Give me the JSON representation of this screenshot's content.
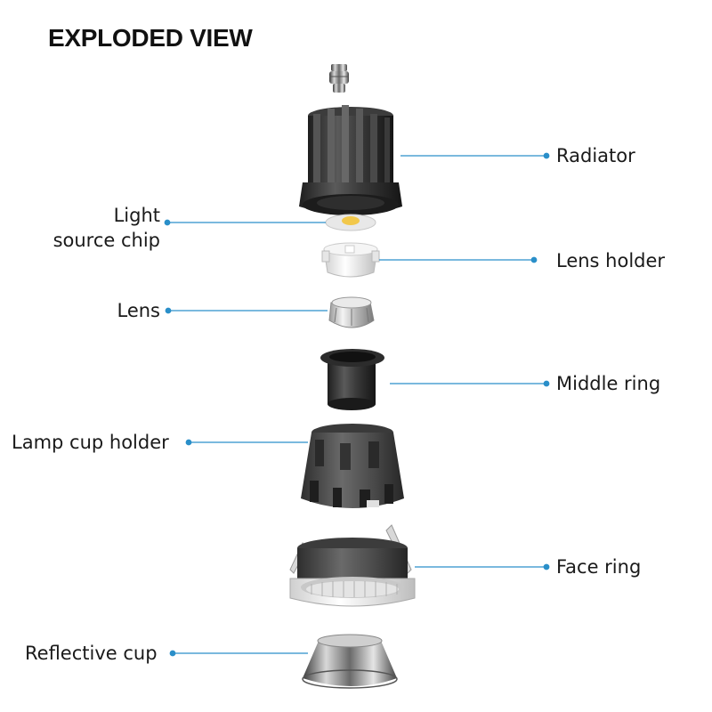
{
  "title": "EXPLODED VIEW",
  "labels": {
    "radiator": "Radiator",
    "light_source_chip_line1": "Light",
    "light_source_chip_line2": "source chip",
    "lens_holder": "Lens holder",
    "lens": "Lens",
    "middle_ring": "Middle ring",
    "lamp_cup_holder": "Lamp cup holder",
    "face_ring": "Face ring",
    "reflective_cup": "Reflective cup"
  },
  "colors": {
    "leader_line": "#2a8fc9",
    "dark_part": "#2b2b2b",
    "mid_part": "#4a4a4a",
    "white_part": "#f2f2f2",
    "chrome": "#9a9a9a",
    "chip_yellow": "#f2c84b"
  }
}
